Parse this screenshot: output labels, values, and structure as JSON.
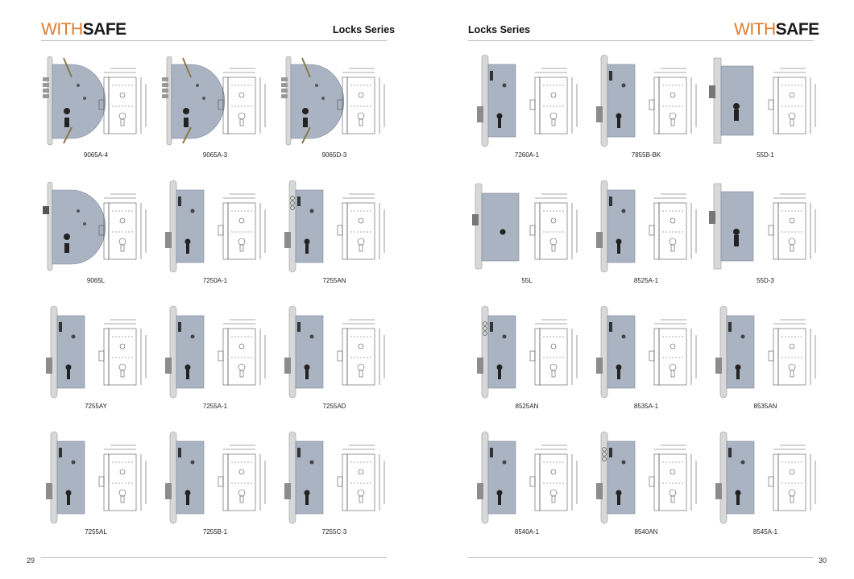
{
  "left_page": {
    "brand": {
      "part1": "WITH",
      "part2": "SAFE"
    },
    "series_title": "Locks Series",
    "page_number": "29",
    "products": [
      {
        "model": "9065A-4",
        "variant": "A"
      },
      {
        "model": "9065A-3",
        "variant": "A"
      },
      {
        "model": "9065D-3",
        "variant": "A"
      },
      {
        "model": "9065L",
        "variant": "B"
      },
      {
        "model": "7250A-1",
        "variant": "C"
      },
      {
        "model": "7255AN",
        "variant": "D"
      },
      {
        "model": "7255AY",
        "variant": "C"
      },
      {
        "model": "7255A-1",
        "variant": "C"
      },
      {
        "model": "7255AD",
        "variant": "C"
      },
      {
        "model": "7255AL",
        "variant": "C"
      },
      {
        "model": "7255B-1",
        "variant": "C"
      },
      {
        "model": "7255C-3",
        "variant": "C"
      }
    ]
  },
  "right_page": {
    "brand": {
      "part1": "WITH",
      "part2": "SAFE"
    },
    "series_title": "Locks Series",
    "page_number": "30",
    "products": [
      {
        "model": "7260A-1",
        "variant": "C"
      },
      {
        "model": "7855B-BK",
        "variant": "C"
      },
      {
        "model": "55D-1",
        "variant": "E"
      },
      {
        "model": "55L",
        "variant": "F"
      },
      {
        "model": "8525A-1",
        "variant": "C"
      },
      {
        "model": "55D-3",
        "variant": "E"
      },
      {
        "model": "8525AN",
        "variant": "D"
      },
      {
        "model": "8535A-1",
        "variant": "C"
      },
      {
        "model": "8535AN",
        "variant": "C"
      },
      {
        "model": "8540A-1",
        "variant": "C"
      },
      {
        "model": "8540AN",
        "variant": "D"
      },
      {
        "model": "8545A-1",
        "variant": "C"
      }
    ]
  },
  "colors": {
    "brand_orange": "#e07a2a",
    "brand_dark": "#1b1b1b",
    "lock_body": "#a9b3c2",
    "faceplate": "#d8d8d8",
    "drawing": "#555555"
  }
}
